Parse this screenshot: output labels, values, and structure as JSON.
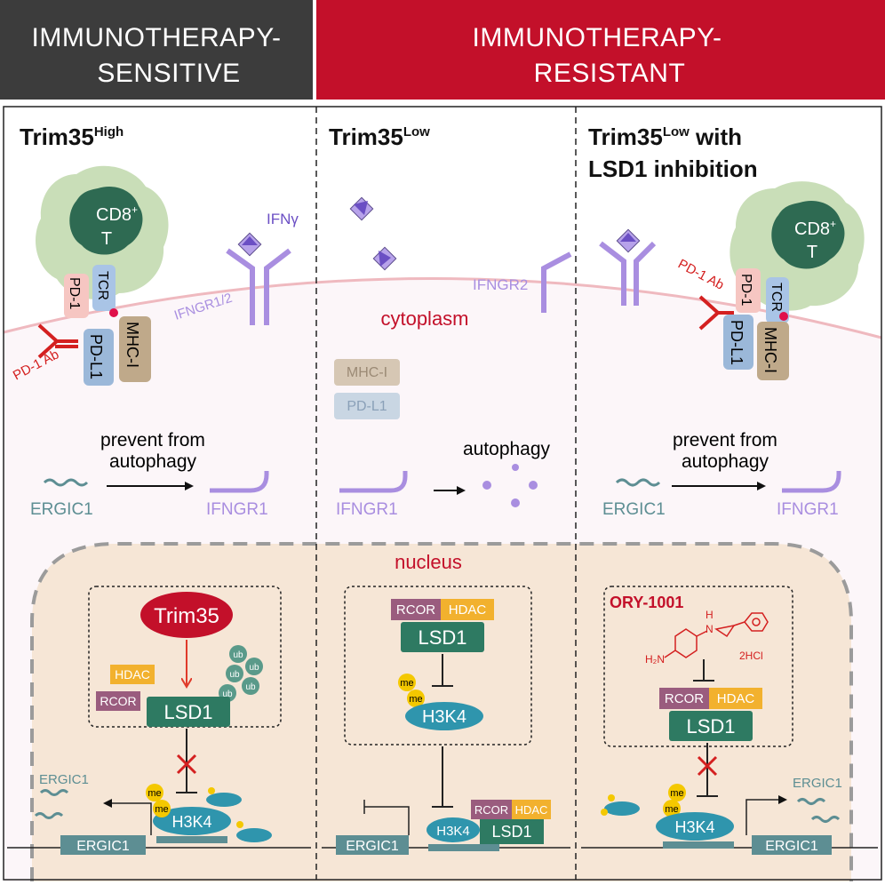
{
  "headers": {
    "sensitive_line1": "IMMUNOTHERAPY-",
    "sensitive_line2": "SENSITIVE",
    "resistant_line1": "IMMUNOTHERAPY-",
    "resistant_line2": "RESISTANT"
  },
  "panels": {
    "left": {
      "title": "Trim35",
      "title_sup": "High",
      "cd8_label": "CD8",
      "cd8_sup": "+",
      "t_label": "T",
      "tcr": "TCR",
      "pd1": "PD-1",
      "pdl1": "PD-L1",
      "mhc": "MHC-I",
      "pd1_ab": "PD-1 Ab",
      "ifng": "IFNγ",
      "ifngr": "IFNGR1/2",
      "prevent_line1": "prevent from",
      "prevent_line2": "autophagy",
      "ergic1": "ERGIC1",
      "ifngr1": "IFNGR1",
      "trim35": "Trim35",
      "ub": "ub",
      "hdac": "HDAC",
      "rcor": "RCOR",
      "lsd1": "LSD1",
      "me": "me",
      "h3k4": "H3K4",
      "ergic1_mrna": "ERGIC1",
      "ergic1_gene": "ERGIC1"
    },
    "middle": {
      "title": "Trim35",
      "title_sup": "Low",
      "ifngr2": "IFNGR2",
      "cytoplasm": "cytoplasm",
      "mhc": "MHC-I",
      "pdl1": "PD-L1",
      "autophagy": "autophagy",
      "ifngr1": "IFNGR1",
      "nucleus": "nucleus",
      "rcor": "RCOR",
      "hdac": "HDAC",
      "lsd1": "LSD1",
      "me": "me",
      "h3k4": "H3K4",
      "ergic1_gene": "ERGIC1",
      "h3k4_bottom": "H3K4",
      "lsd1_bottom": "LSD1",
      "rcor_bottom": "RCOR",
      "hdac_bottom": "HDAC"
    },
    "right": {
      "title_line1_pre": "Trim35",
      "title_sup": "Low",
      "title_line1_post": " with",
      "title_line2": "LSD1 inhibition",
      "cd8_label": "CD8",
      "cd8_sup": "+",
      "t_label": "T",
      "pd1_ab": "PD-1 Ab",
      "pd1": "PD-1",
      "tcr": "TCR",
      "pdl1": "PD-L1",
      "mhc": "MHC-I",
      "prevent_line1": "prevent from",
      "prevent_line2": "autophagy",
      "ergic1": "ERGIC1",
      "ifngr1": "IFNGR1",
      "drug": "ORY-1001",
      "chem_h2n": "H₂N",
      "chem_h": "H",
      "chem_n": "N",
      "chem_2hcl": "2HCl",
      "rcor": "RCOR",
      "hdac": "HDAC",
      "lsd1": "LSD1",
      "me": "me",
      "h3k4": "H3K4",
      "ergic1_mrna": "ERGIC1",
      "ergic1_gene": "ERGIC1"
    }
  },
  "colors": {
    "sensitive_header": "#3c3c3c",
    "resistant_header": "#c3102a",
    "cd8_cell": "#c9deb8",
    "cd8_nucleus": "#2e6a52",
    "receptor": "#a98ee0",
    "membrane": "#efb9bf",
    "cytoplasm_bg": "#fcf6f9",
    "nucleus_bg": "#f6e6d6",
    "lsd1": "#2e7a62",
    "h3k4": "#2f95ad",
    "hdac": "#f2b12e",
    "rcor": "#9a5c7e",
    "me": "#f4c800",
    "antibody": "#d42020",
    "trim35": "#c3102a",
    "ergic1": "#5d8e93"
  }
}
